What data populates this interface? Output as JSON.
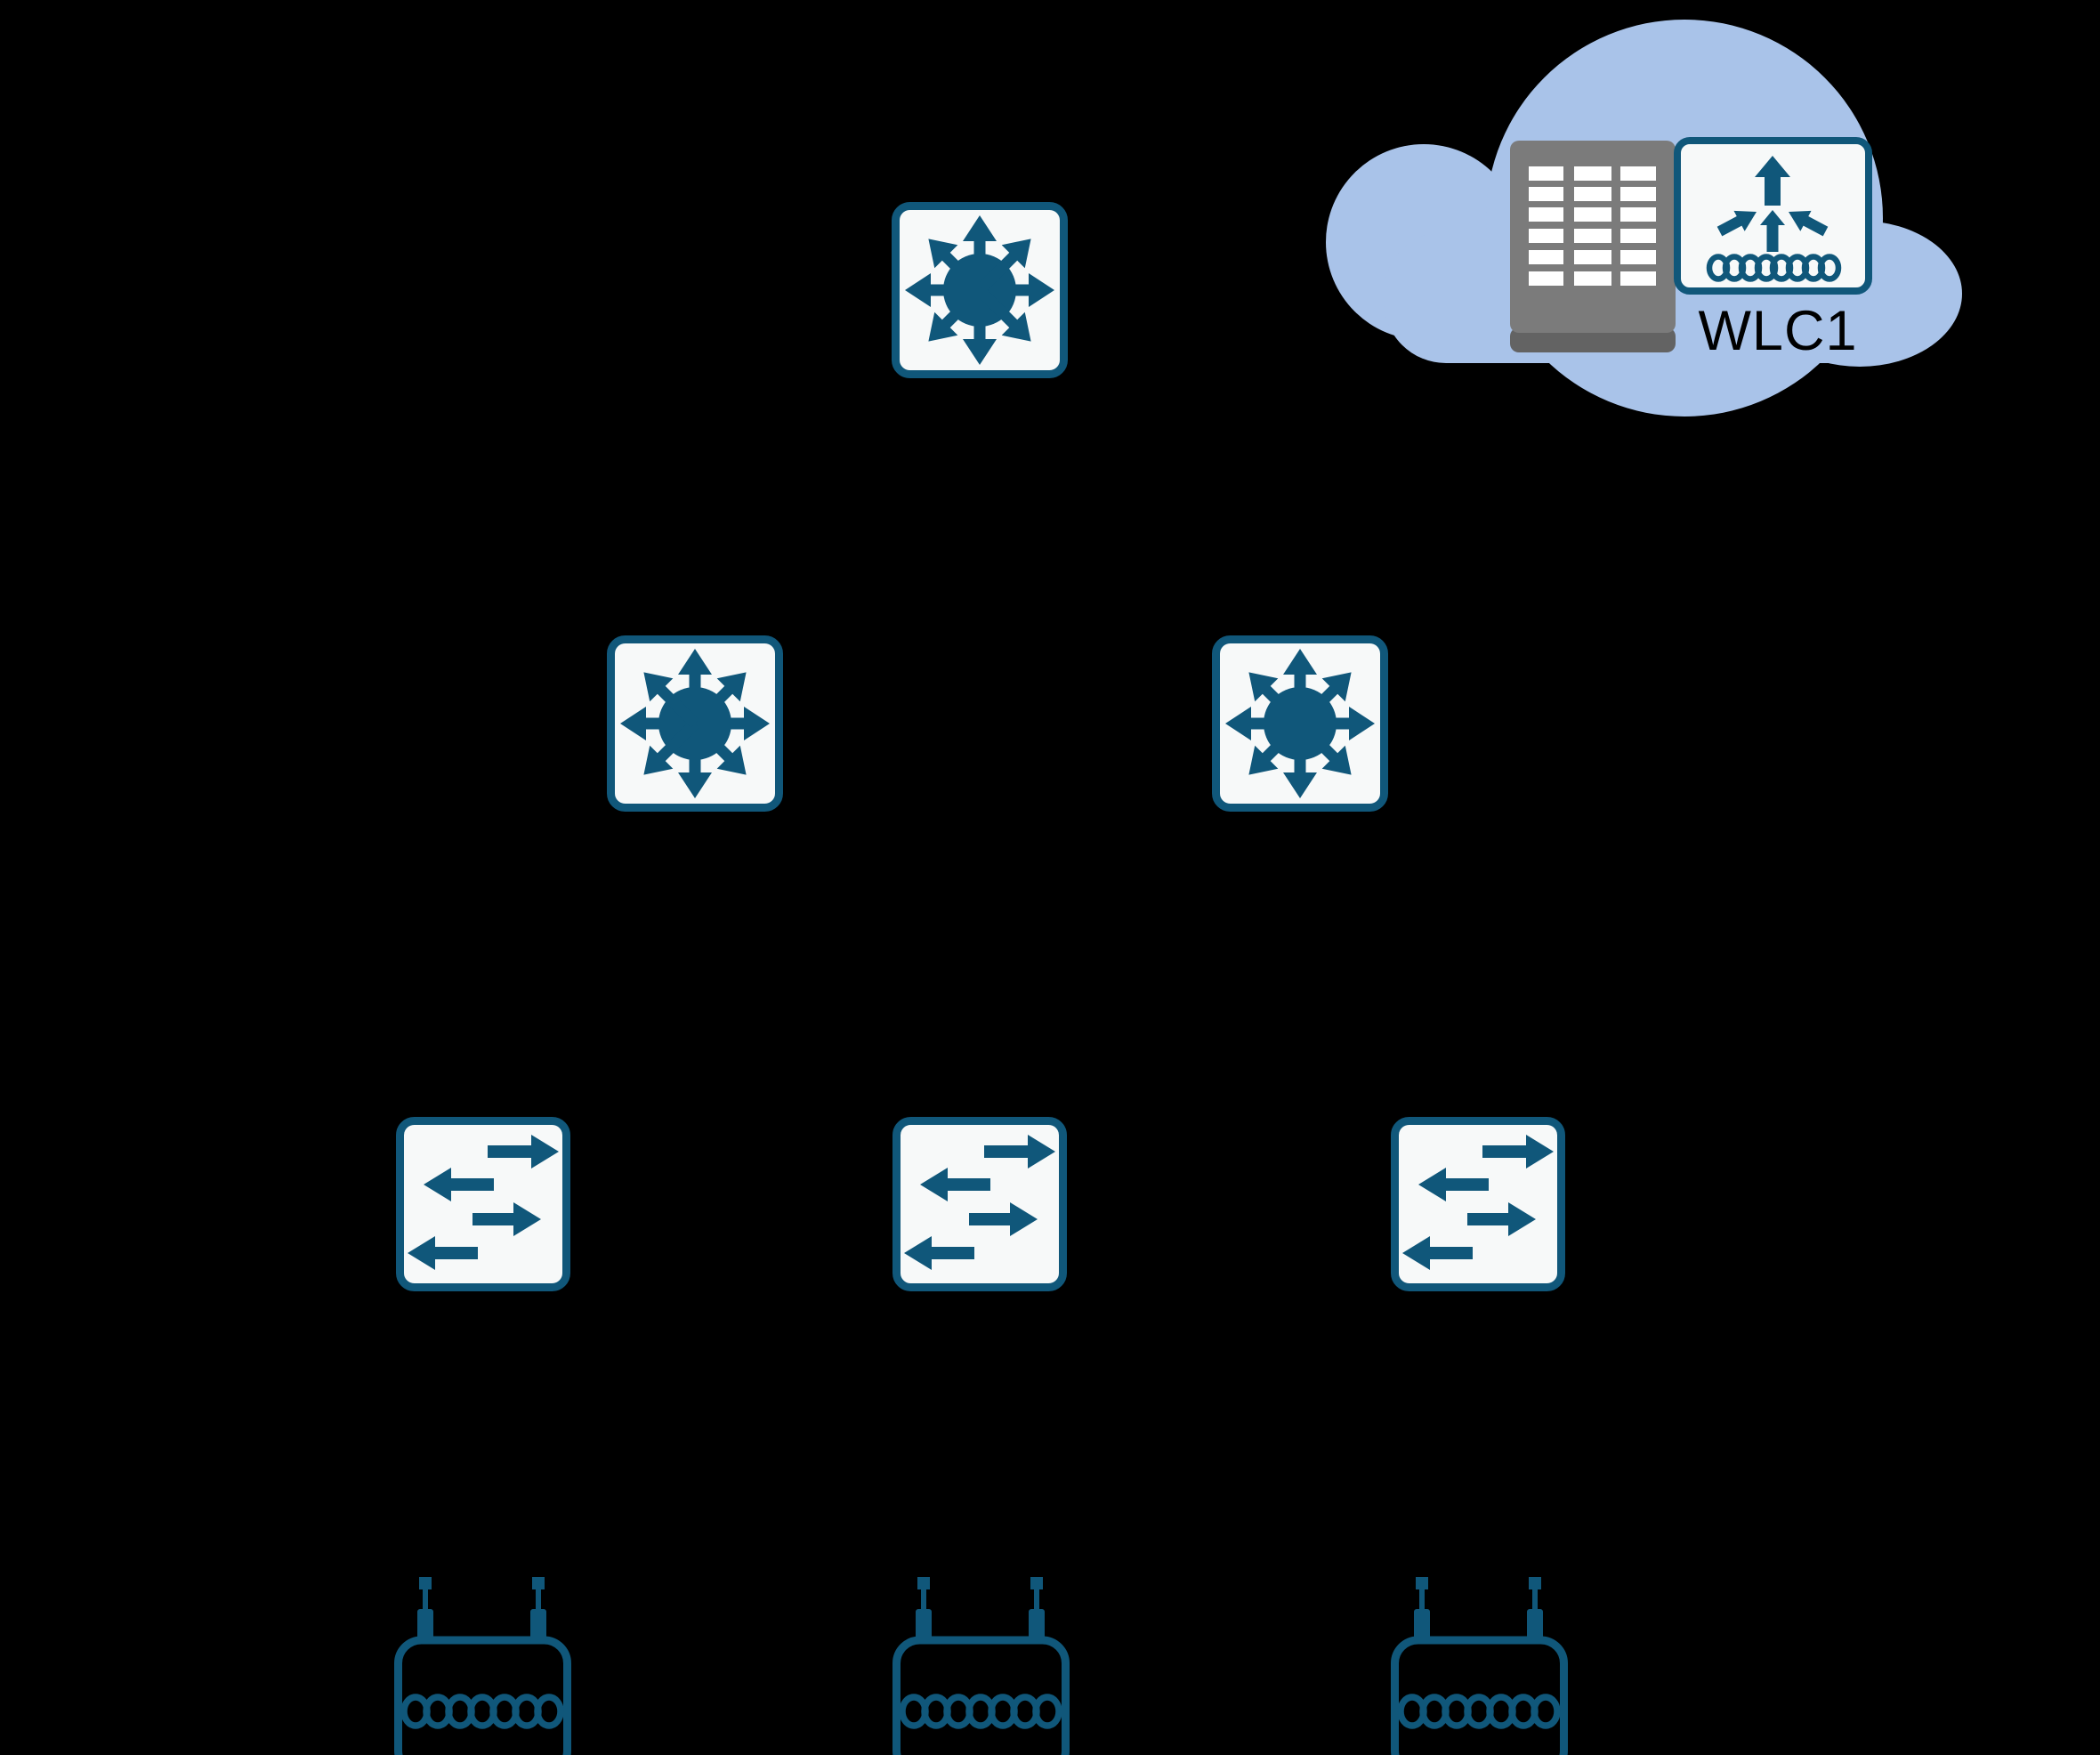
{
  "diagram": {
    "background_color": "#000000",
    "colors": {
      "device_outline": "#10577a",
      "device_fill": "#f7f9f9",
      "cloud_fill": "#a9c3e9",
      "building_body": "#7b7b7b",
      "building_base": "#636363",
      "building_windows": "#ffffff",
      "label_text": "#000000"
    },
    "cloud": {
      "label": "WLC1",
      "contains": [
        "building-icon",
        "wireless-lan-controller-icon"
      ]
    },
    "nodes": [
      {
        "id": "core-switch",
        "type": "multilayer-switch",
        "tier": "core"
      },
      {
        "id": "distribution-switch-left",
        "type": "multilayer-switch",
        "tier": "distribution"
      },
      {
        "id": "distribution-switch-right",
        "type": "multilayer-switch",
        "tier": "distribution"
      },
      {
        "id": "access-switch-left",
        "type": "workgroup-switch",
        "tier": "access"
      },
      {
        "id": "access-switch-center",
        "type": "workgroup-switch",
        "tier": "access"
      },
      {
        "id": "access-switch-right",
        "type": "workgroup-switch",
        "tier": "access"
      },
      {
        "id": "access-point-left",
        "type": "wireless-access-point",
        "tier": "edge"
      },
      {
        "id": "access-point-center",
        "type": "wireless-access-point",
        "tier": "edge"
      },
      {
        "id": "access-point-right",
        "type": "wireless-access-point",
        "tier": "edge"
      },
      {
        "id": "wlc1",
        "type": "wireless-lan-controller",
        "label": "WLC1",
        "location": "cloud"
      }
    ]
  }
}
